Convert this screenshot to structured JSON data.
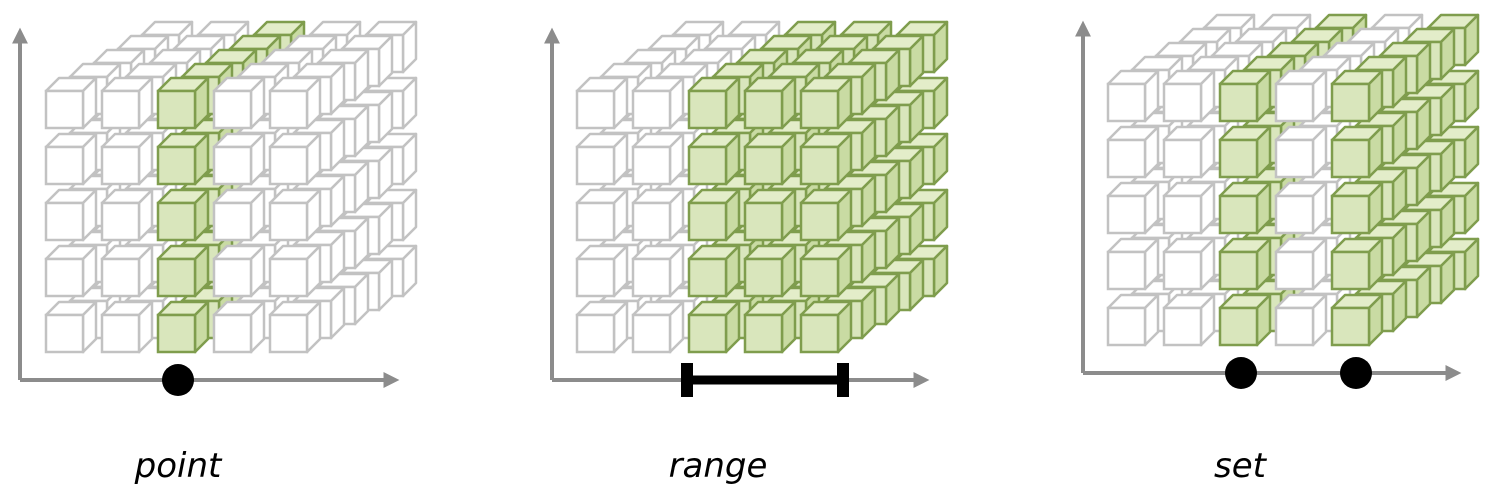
{
  "colors": {
    "axis": "#8c8c8c",
    "cube_stroke": "#c2c2c2",
    "cube_fill": "#ffffff",
    "selected_stroke": "#7f9d4d",
    "selected_front": "#d9e6bc",
    "selected_side": "#c9dba3",
    "selected_top": "#e3edc9",
    "marker": "#000000"
  },
  "grid": {
    "columns": 5,
    "rows": 5,
    "depth": 5
  },
  "panels": [
    {
      "caption": "point",
      "selection": "point",
      "selected_columns": [
        2
      ]
    },
    {
      "caption": "range",
      "selection": "range",
      "selected_columns": [
        2,
        3,
        4
      ]
    },
    {
      "caption": "set",
      "selection": "set",
      "selected_columns": [
        2,
        4
      ]
    }
  ]
}
